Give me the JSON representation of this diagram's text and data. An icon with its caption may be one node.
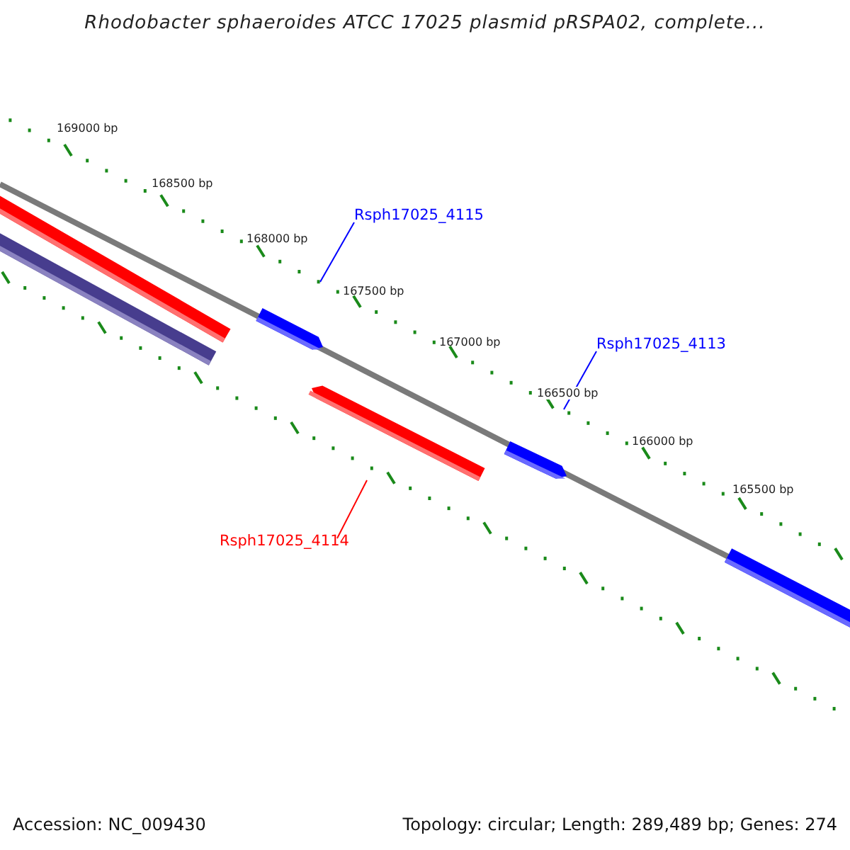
{
  "diagram": {
    "title": "Rhodobacter sphaeroides ATCC 17025 plasmid pRSPA02, complete...",
    "nodes": [
      {
        "text": [
          "Rsph17025_4115"
        ]
      },
      {
        "text": [
          "Rsph17025_4113"
        ]
      },
      {
        "text": [
          "Rsph17025_4114"
        ]
      },
      {
        "text": [],
        "shape": "bar"
      },
      {
        "text": [],
        "shape": "bar"
      },
      {
        "text": [],
        "shape": "bar"
      },
      {
        "text": [],
        "shape": "bar"
      },
      {
        "text": [],
        "shape": "bar"
      },
      {
        "text": [],
        "shape": "bar"
      }
    ],
    "edges": [
      {
        "from": 0,
        "to": 5,
        "arrow": "none"
      },
      {
        "from": 1,
        "to": 7,
        "arrow": "none"
      },
      {
        "from": 2,
        "to": 6,
        "arrow": "none",
        "color": "#ff0000"
      }
    ],
    "labels": [
      "169000 bp",
      "168500 bp",
      "168000 bp",
      "167500 bp",
      "167000 bp",
      "166500 bp",
      "166000 bp",
      "165500 bp",
      "Accession: NC_009430",
      "Topology: circular; Length: 289,489 bp; Genes: 274"
    ]
  }
}
